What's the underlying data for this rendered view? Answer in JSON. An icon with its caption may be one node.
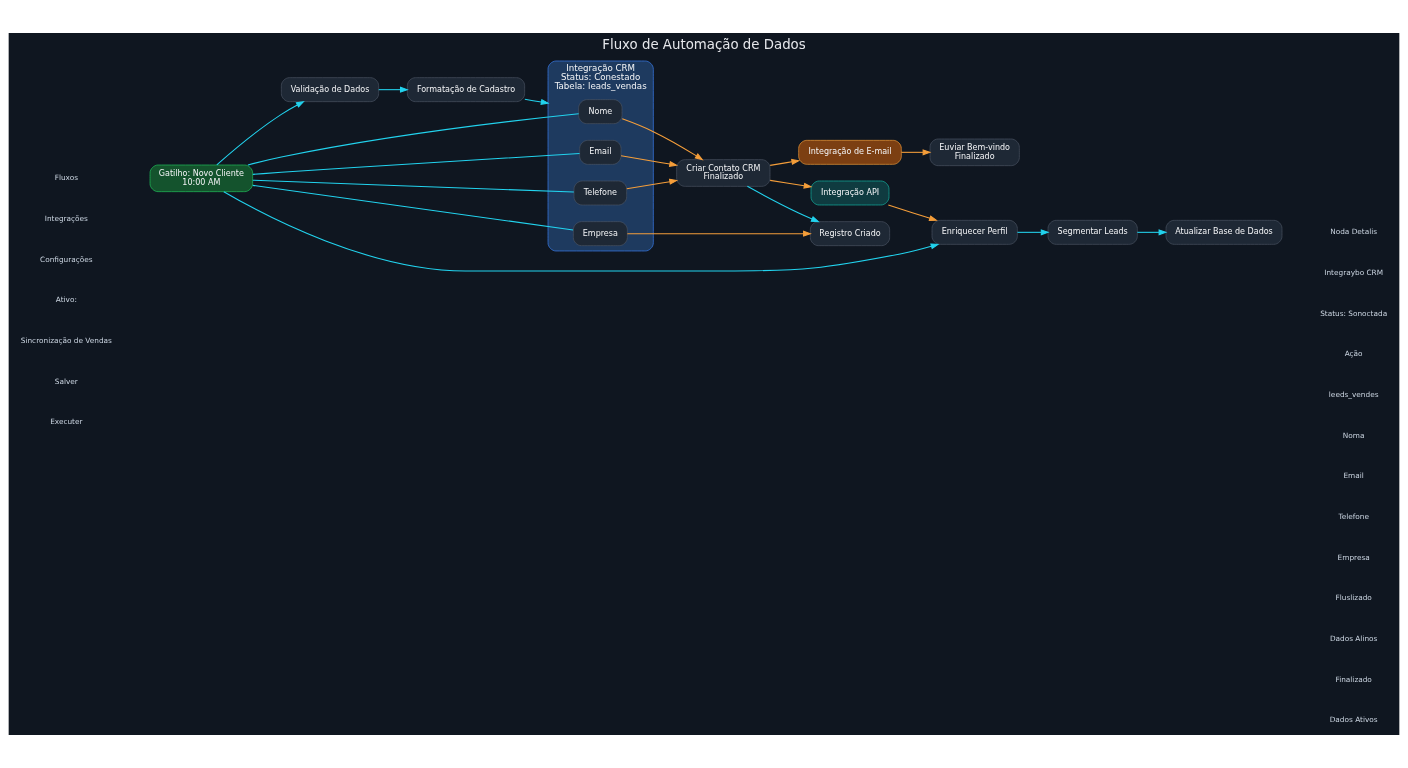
{
  "diagram": {
    "title": "Fluxo de Automação de Dados",
    "nodes": [
      {
        "text": [
          "Gatilho: Novo Cliente",
          "10:00 AM"
        ]
      },
      {
        "text": [
          "Validação de Dados"
        ]
      },
      {
        "text": [
          "Formatação de Cadastro"
        ]
      },
      {
        "text": [
          "Integração CRM",
          "Status: Conestado",
          "Tabela: leads_vendas"
        ]
      },
      {
        "text": [
          "Nome"
        ],
        "in": 3
      },
      {
        "text": [
          "Email"
        ],
        "in": 3
      },
      {
        "text": [
          "Telefone"
        ],
        "in": 3
      },
      {
        "text": [
          "Empresa"
        ],
        "in": 3
      },
      {
        "text": [
          "Criar Contato CRM",
          "Finalizado"
        ]
      },
      {
        "text": [
          "Registro Criado"
        ]
      },
      {
        "text": [
          "Integração de E-mail"
        ]
      },
      {
        "text": [
          "Euviar Bem-vindo",
          "Finalizado"
        ]
      },
      {
        "text": [
          "Integração API"
        ]
      },
      {
        "text": [
          "Enriquecer Perfil"
        ]
      },
      {
        "text": [
          "Segmentar Leads"
        ]
      },
      {
        "text": [
          "Atualizar Base de Dados"
        ]
      }
    ],
    "edges": [
      {
        "from": 0,
        "to": 1,
        "arrow": "to"
      },
      {
        "from": 1,
        "to": 2,
        "arrow": "to"
      },
      {
        "from": 2,
        "to": 3,
        "arrow": "to"
      },
      {
        "from": 0,
        "to": 4,
        "arrow": "none"
      },
      {
        "from": 0,
        "to": 5,
        "arrow": "none"
      },
      {
        "from": 0,
        "to": 6,
        "arrow": "none"
      },
      {
        "from": 0,
        "to": 7,
        "arrow": "none"
      },
      {
        "from": 0,
        "to": 13,
        "arrow": "to"
      },
      {
        "from": 4,
        "to": 8,
        "arrow": "to",
        "color": "#f59e3a"
      },
      {
        "from": 5,
        "to": 8,
        "arrow": "to",
        "color": "#f59e3a"
      },
      {
        "from": 6,
        "to": 8,
        "arrow": "to",
        "color": "#f59e3a"
      },
      {
        "from": 7,
        "to": 9,
        "arrow": "to",
        "color": "#f59e3a"
      },
      {
        "from": 8,
        "to": 9,
        "arrow": "to"
      },
      {
        "from": 8,
        "to": 10,
        "arrow": "to",
        "color": "#f59e3a"
      },
      {
        "from": 8,
        "to": 12,
        "arrow": "to",
        "color": "#f59e3a"
      },
      {
        "from": 10,
        "to": 11,
        "arrow": "to",
        "color": "#f59e3a"
      },
      {
        "from": 12,
        "to": 13,
        "arrow": "to",
        "color": "#f59e3a"
      },
      {
        "from": 13,
        "to": 14,
        "arrow": "to"
      },
      {
        "from": 14,
        "to": 15,
        "arrow": "to"
      }
    ],
    "labels": [
      "Fluxos",
      "Integrações",
      "Configurações",
      "Ativo:",
      "Sincronização de Vendas",
      "Salver",
      "Executer",
      "Noda Detalis",
      "Integraybo CRM",
      "Status: Sonoctada",
      "Ação",
      "leeds_vendes",
      "Noma",
      "Email",
      "Telefone",
      "Empresa",
      "Fluslizado",
      "Dados Alinos",
      "Finalizado",
      "Dados Ativos"
    ]
  }
}
